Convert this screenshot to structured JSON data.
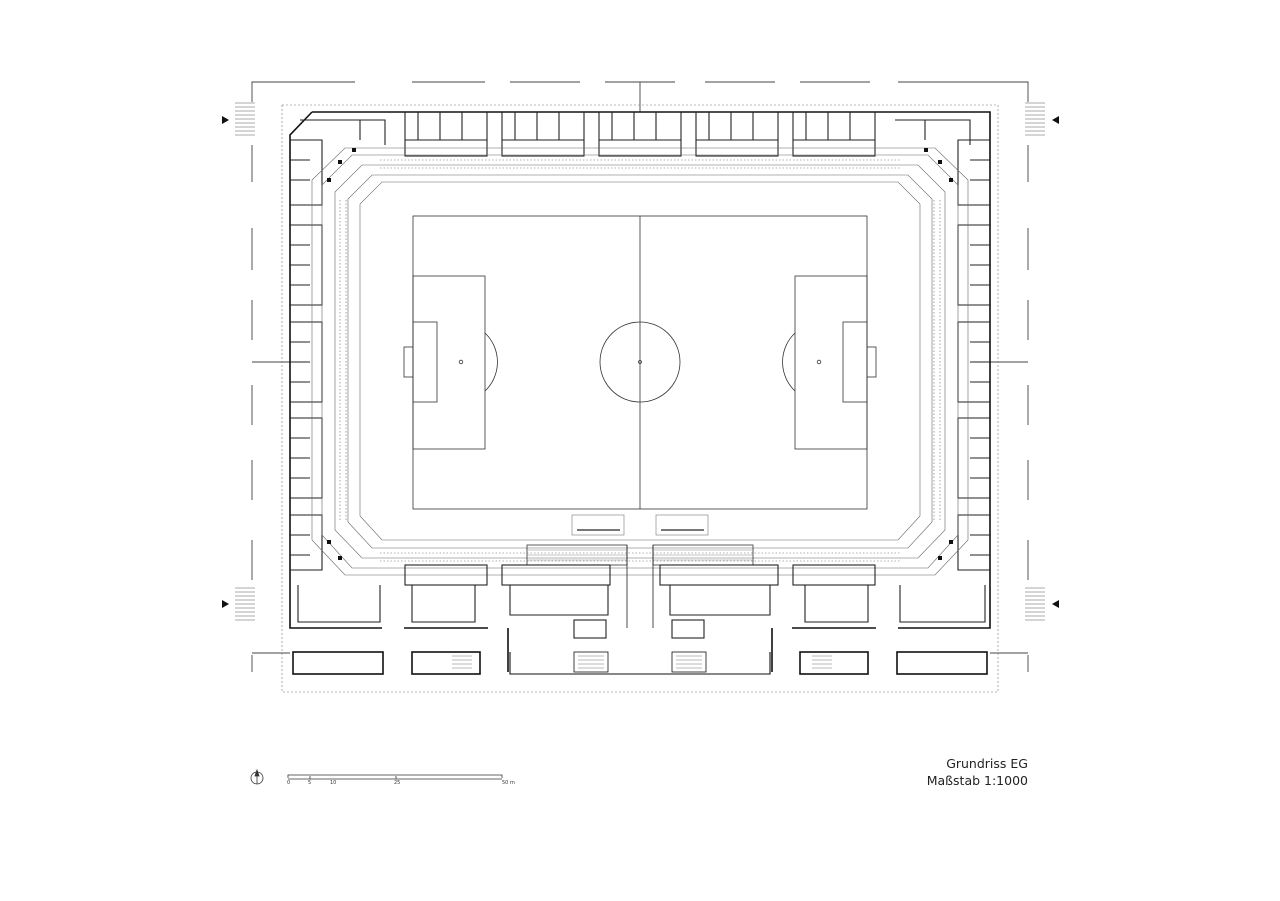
{
  "drawing": {
    "title": "Grundriss EG",
    "scale": "Maßstab 1:1000"
  },
  "scale_bar": {
    "ticks": [
      "0",
      "5",
      "10",
      "25",
      "50 m"
    ]
  },
  "icons": {
    "north_arrow": "north-arrow-icon",
    "entrance_markers": "entrance-arrow-icon"
  }
}
